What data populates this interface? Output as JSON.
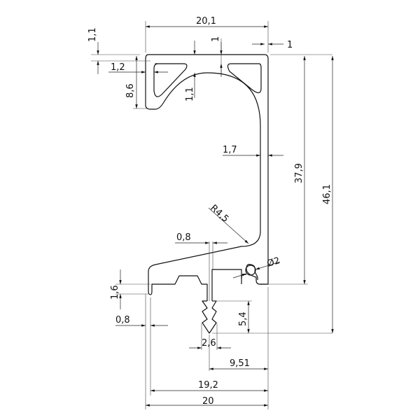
{
  "drawing": {
    "dimensions": {
      "overall_top_width": "20,1",
      "top_wall_thickness": "1,1",
      "right_wall_top_offset": "1",
      "inner_rib_thickness": "1",
      "left_wall_thickness": "1,2",
      "top_block_height": "8,6",
      "arch_thickness": "1,1",
      "side_wall_thickness": "1,7",
      "inner_height": "37,9",
      "overall_height": "46,1",
      "corner_radius": "R4,5",
      "stem_thickness": "0,8",
      "hole_diameter": "Ø2",
      "lip_height": "1,6",
      "lip_thickness": "0,8",
      "barb_length": "5,4",
      "barb_width": "2,6",
      "stem_offset": "9,51",
      "inner_bottom_width": "19,2",
      "overall_bottom_width": "20"
    }
  }
}
